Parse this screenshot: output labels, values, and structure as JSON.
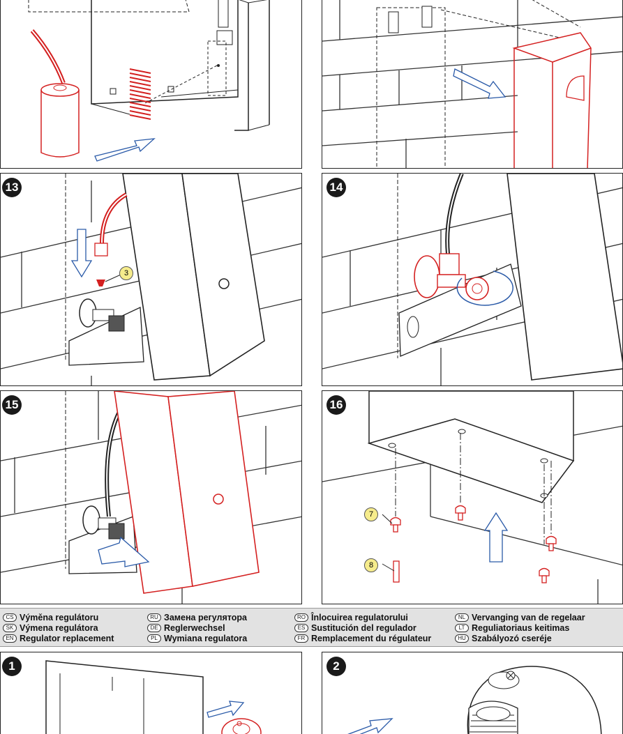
{
  "panels": {
    "p11": {
      "number": ""
    },
    "p12": {
      "number": ""
    },
    "p13": {
      "number": "13",
      "callouts": [
        "3"
      ]
    },
    "p14": {
      "number": "14"
    },
    "p15": {
      "number": "15"
    },
    "p16": {
      "number": "16",
      "callouts": [
        "7",
        "8"
      ]
    },
    "p1": {
      "number": "1"
    },
    "p2": {
      "number": "2"
    }
  },
  "section_titles": [
    [
      {
        "code": "CS",
        "text": "Výměna regulátoru"
      },
      {
        "code": "SK",
        "text": "Výmena regulátora"
      },
      {
        "code": "EN",
        "text": "Regulator replacement"
      }
    ],
    [
      {
        "code": "RU",
        "text": "Замена регулятора"
      },
      {
        "code": "DE",
        "text": "Reglerwechsel"
      },
      {
        "code": "PL",
        "text": "Wymiana regulatora"
      }
    ],
    [
      {
        "code": "RO",
        "text": "Înlocuirea regulatorului"
      },
      {
        "code": "ES",
        "text": "Sustitución del regulador"
      },
      {
        "code": "FR",
        "text": "Remplacement du régulateur"
      }
    ],
    [
      {
        "code": "NL",
        "text": "Vervanging van de regelaar"
      },
      {
        "code": "LT",
        "text": "Reguliatoriaus keitimas"
      },
      {
        "code": "HU",
        "text": "Szabályozó cseréje"
      }
    ]
  ],
  "colors": {
    "line": "#1a1a1a",
    "highlight": "#d42020",
    "arrow": "#2a5aa8",
    "callout": "#f6ec8c"
  }
}
